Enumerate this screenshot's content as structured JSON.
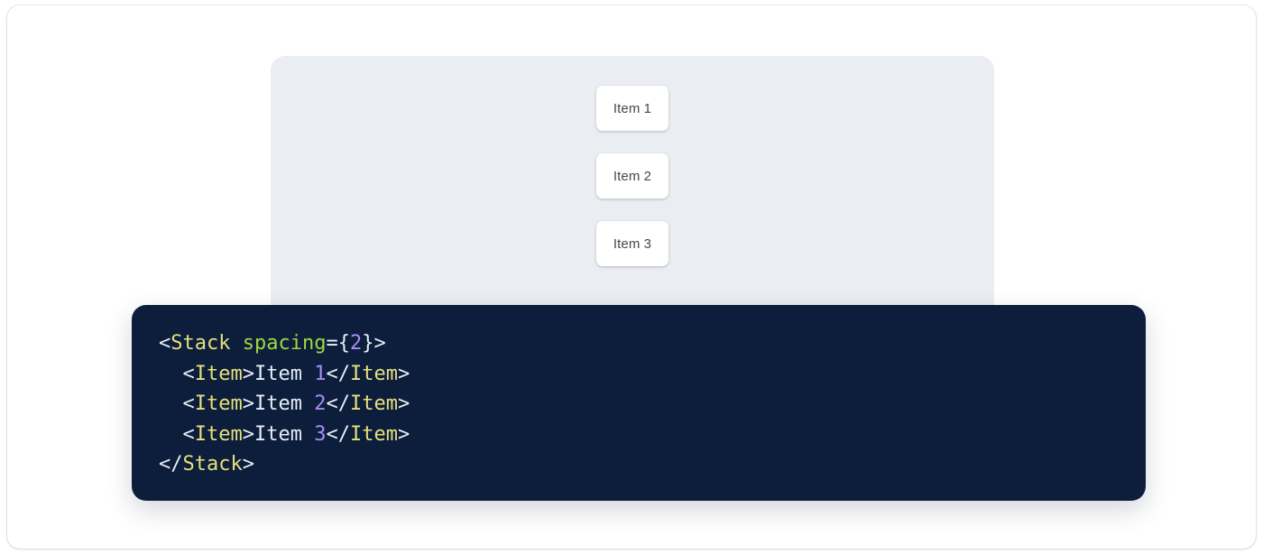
{
  "theme": {
    "page_background": "#ffffff",
    "panel_background": "#eaedf2",
    "card_background": "#ffffff",
    "card_text_color": "#45484d",
    "code_background": "#0c1e3c",
    "code_default_color": "#e9eef6",
    "code_tag_color": "#e6e07c",
    "code_attr_color": "#9fd93f",
    "code_number_color": "#a98bf5"
  },
  "preview": {
    "component_name": "Stack",
    "spacing_value": "2",
    "items": [
      {
        "label": "Item 1"
      },
      {
        "label": "Item 2"
      },
      {
        "label": "Item 3"
      }
    ]
  },
  "code": {
    "language": "jsx",
    "lines": [
      {
        "indent": "",
        "tokens": [
          {
            "text": "<",
            "type": "punct"
          },
          {
            "text": "Stack",
            "type": "tag"
          },
          {
            "text": " ",
            "type": "punct"
          },
          {
            "text": "spacing",
            "type": "attr"
          },
          {
            "text": "={",
            "type": "punct"
          },
          {
            "text": "2",
            "type": "num"
          },
          {
            "text": "}>",
            "type": "punct"
          }
        ]
      },
      {
        "indent": "  ",
        "tokens": [
          {
            "text": "<",
            "type": "punct"
          },
          {
            "text": "Item",
            "type": "tag"
          },
          {
            "text": ">",
            "type": "punct"
          },
          {
            "text": "Item ",
            "type": "text"
          },
          {
            "text": "1",
            "type": "num"
          },
          {
            "text": "</",
            "type": "punct"
          },
          {
            "text": "Item",
            "type": "tag"
          },
          {
            "text": ">",
            "type": "punct"
          }
        ]
      },
      {
        "indent": "  ",
        "tokens": [
          {
            "text": "<",
            "type": "punct"
          },
          {
            "text": "Item",
            "type": "tag"
          },
          {
            "text": ">",
            "type": "punct"
          },
          {
            "text": "Item ",
            "type": "text"
          },
          {
            "text": "2",
            "type": "num"
          },
          {
            "text": "</",
            "type": "punct"
          },
          {
            "text": "Item",
            "type": "tag"
          },
          {
            "text": ">",
            "type": "punct"
          }
        ]
      },
      {
        "indent": "  ",
        "tokens": [
          {
            "text": "<",
            "type": "punct"
          },
          {
            "text": "Item",
            "type": "tag"
          },
          {
            "text": ">",
            "type": "punct"
          },
          {
            "text": "Item ",
            "type": "text"
          },
          {
            "text": "3",
            "type": "num"
          },
          {
            "text": "</",
            "type": "punct"
          },
          {
            "text": "Item",
            "type": "tag"
          },
          {
            "text": ">",
            "type": "punct"
          }
        ]
      },
      {
        "indent": "",
        "tokens": [
          {
            "text": "</",
            "type": "punct"
          },
          {
            "text": "Stack",
            "type": "tag"
          },
          {
            "text": ">",
            "type": "punct"
          }
        ]
      }
    ]
  }
}
